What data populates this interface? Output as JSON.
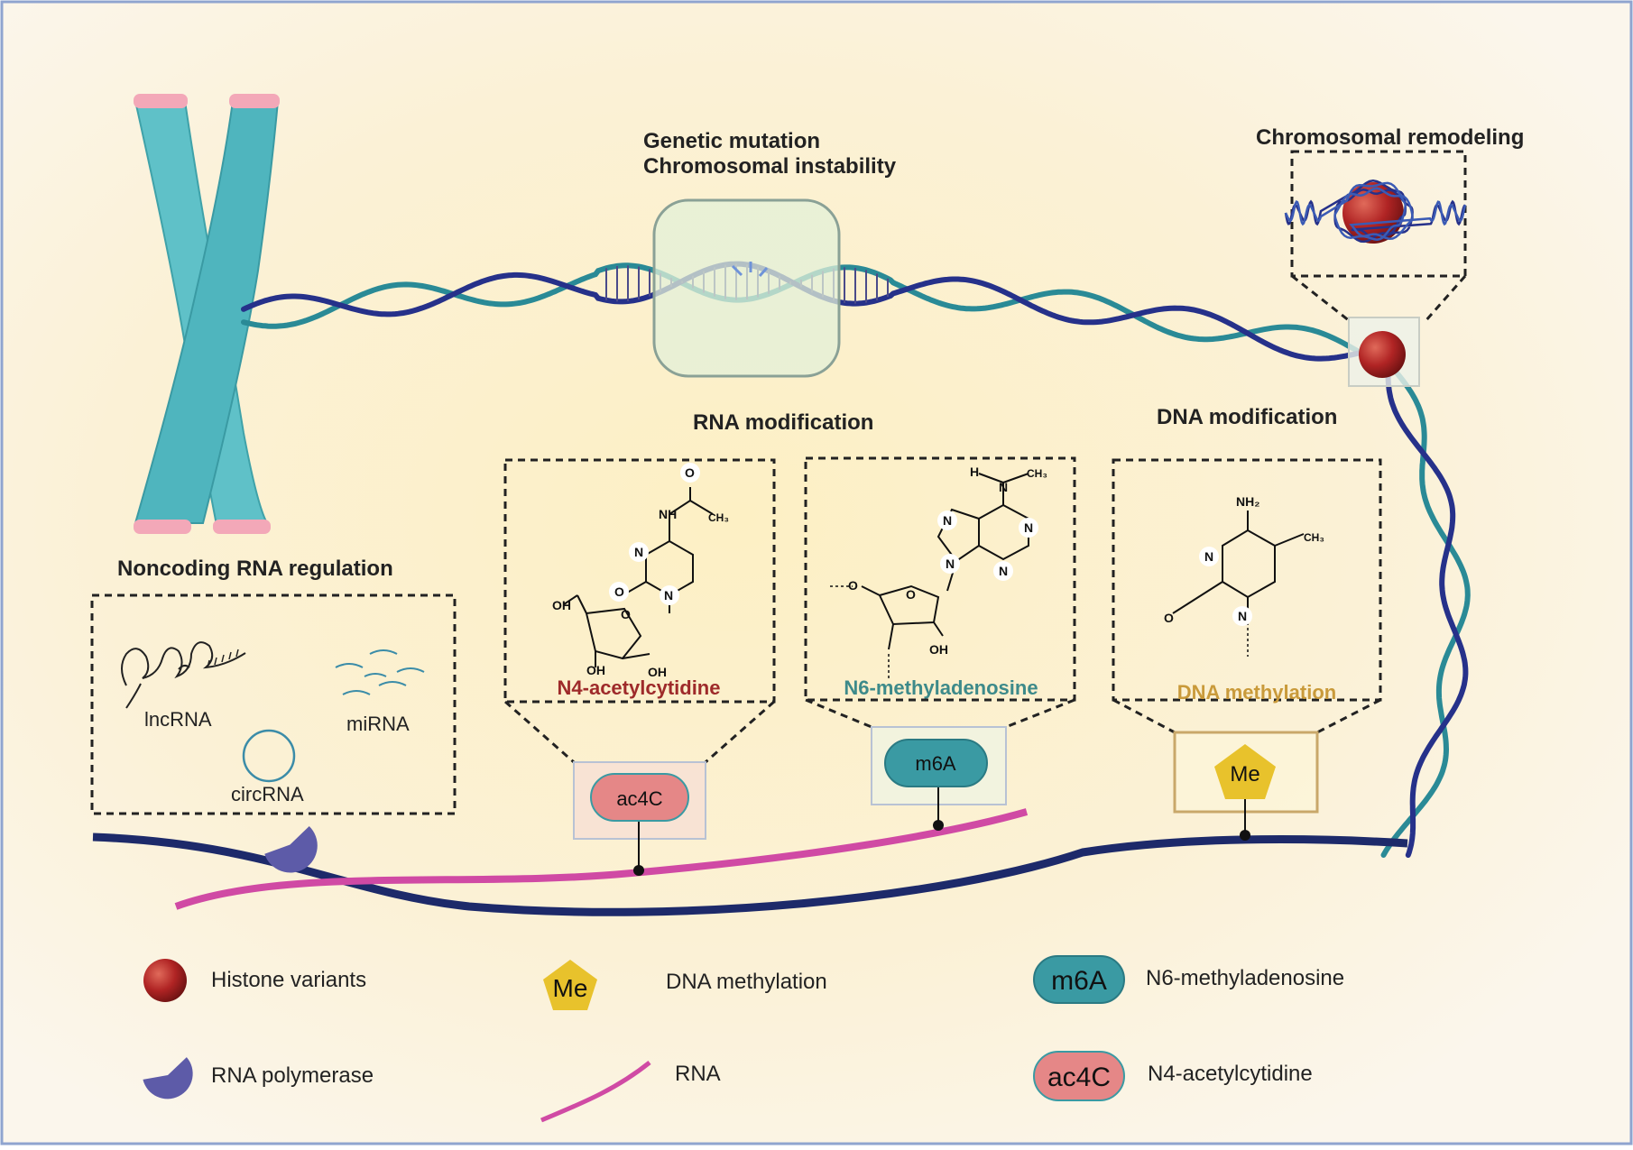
{
  "titles": {
    "mutation_line1": "Genetic mutation",
    "mutation_line2": "Chromosomal instability",
    "remodeling": "Chromosomal remodeling",
    "rna_mod": "RNA modification",
    "dna_mod": "DNA modification",
    "ncrna": "Noncoding RNA regulation"
  },
  "ncrna": {
    "lncrna": "lncRNA",
    "mirna": "miRNA",
    "circrna": "circRNA"
  },
  "structures": {
    "ac4c": {
      "caption": "N4-acetylcytidine",
      "caption_color": "#9e2a2a",
      "atoms": [
        "O",
        "NH",
        "CH₃",
        "N",
        "O",
        "N",
        "OH",
        "O",
        "OH",
        "OH"
      ]
    },
    "m6a": {
      "caption": "N6-methyladenosine",
      "caption_color": "#3d8a8a",
      "atoms": [
        "H",
        "N",
        "CH₃",
        "N",
        "N",
        "N",
        "N",
        "O",
        "O",
        "OH"
      ]
    },
    "dnam": {
      "caption": "DNA methylation",
      "caption_color": "#c99a3a",
      "atoms": [
        "NH₂",
        "CH₃",
        "N",
        "N",
        "O"
      ]
    }
  },
  "marks": {
    "ac4c": "ac4C",
    "m6a": "m6A",
    "me": "Me"
  },
  "legend": [
    {
      "icon": "histone",
      "label": "Histone variants"
    },
    {
      "icon": "me",
      "badge": "Me",
      "label": "DNA methylation"
    },
    {
      "icon": "m6a",
      "badge": "m6A",
      "label": "N6-methyladenosine"
    },
    {
      "icon": "polymerase",
      "label": "RNA polymerase"
    },
    {
      "icon": "rna",
      "label": "RNA"
    },
    {
      "icon": "ac4c",
      "badge": "ac4C",
      "label": "N4-acetylcytidine"
    }
  ],
  "colors": {
    "background": "#fbefc9",
    "chromosome": "#5fc1c8",
    "chromosome_tip": "#f3a8b8",
    "dna_dark": "#26318a",
    "dna_teal": "#2a8a96",
    "rna": "#d04aa4",
    "histone": "#b02424",
    "polymerase": "#5d5ba8",
    "ac4c_fill": "#e58787",
    "m6a_fill": "#3a9aa3",
    "me_fill": "#e8c22c"
  }
}
